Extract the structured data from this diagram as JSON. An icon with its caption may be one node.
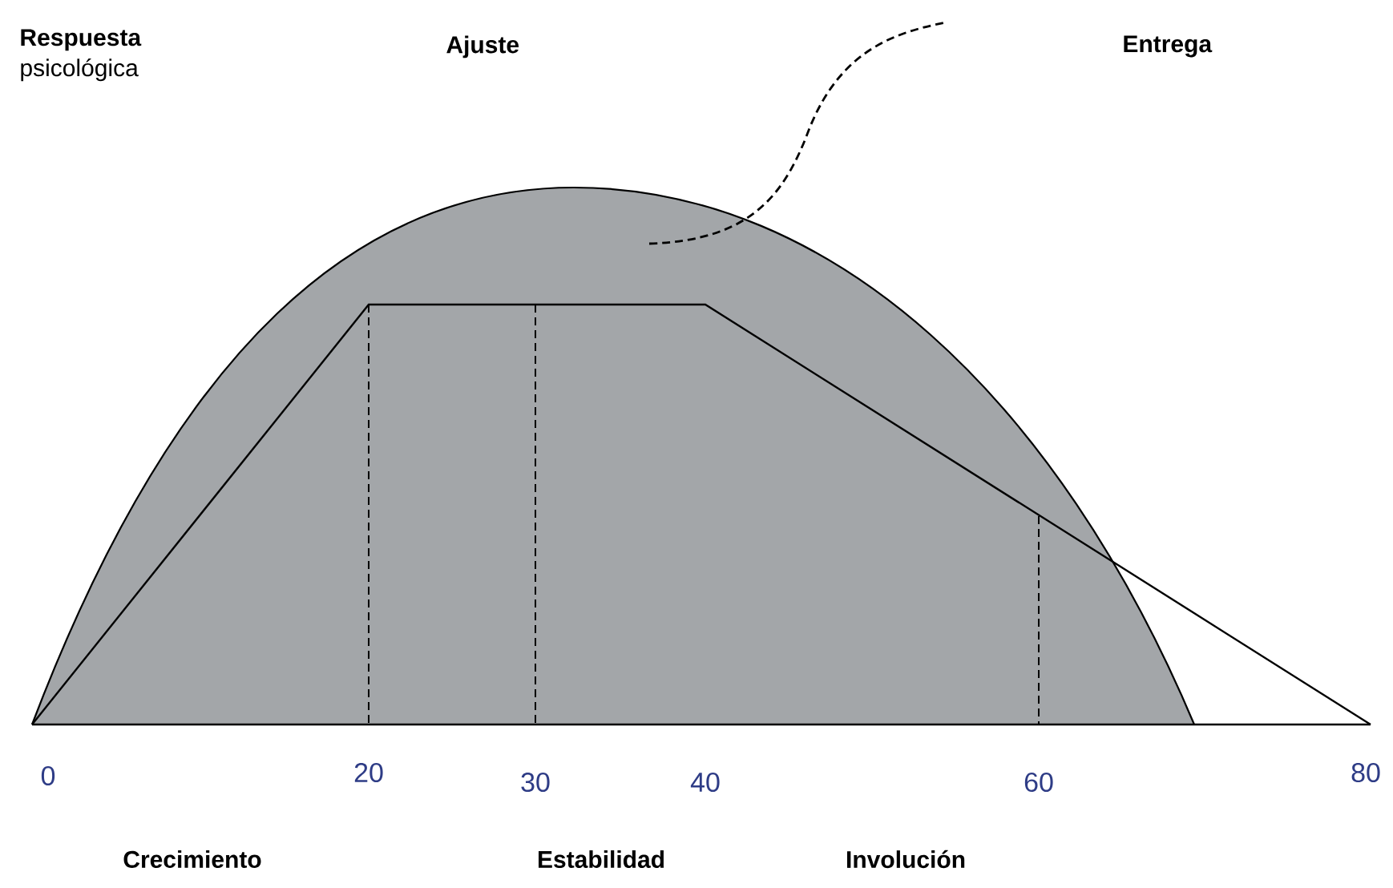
{
  "diagram": {
    "labels": [
      "**Respuesta** psicológica",
      "Ajuste",
      "Entrega",
      "0",
      "20",
      "30",
      "40",
      "60",
      "80",
      "Crecimiento",
      "Estabilidad",
      "Involución"
    ]
  }
}
